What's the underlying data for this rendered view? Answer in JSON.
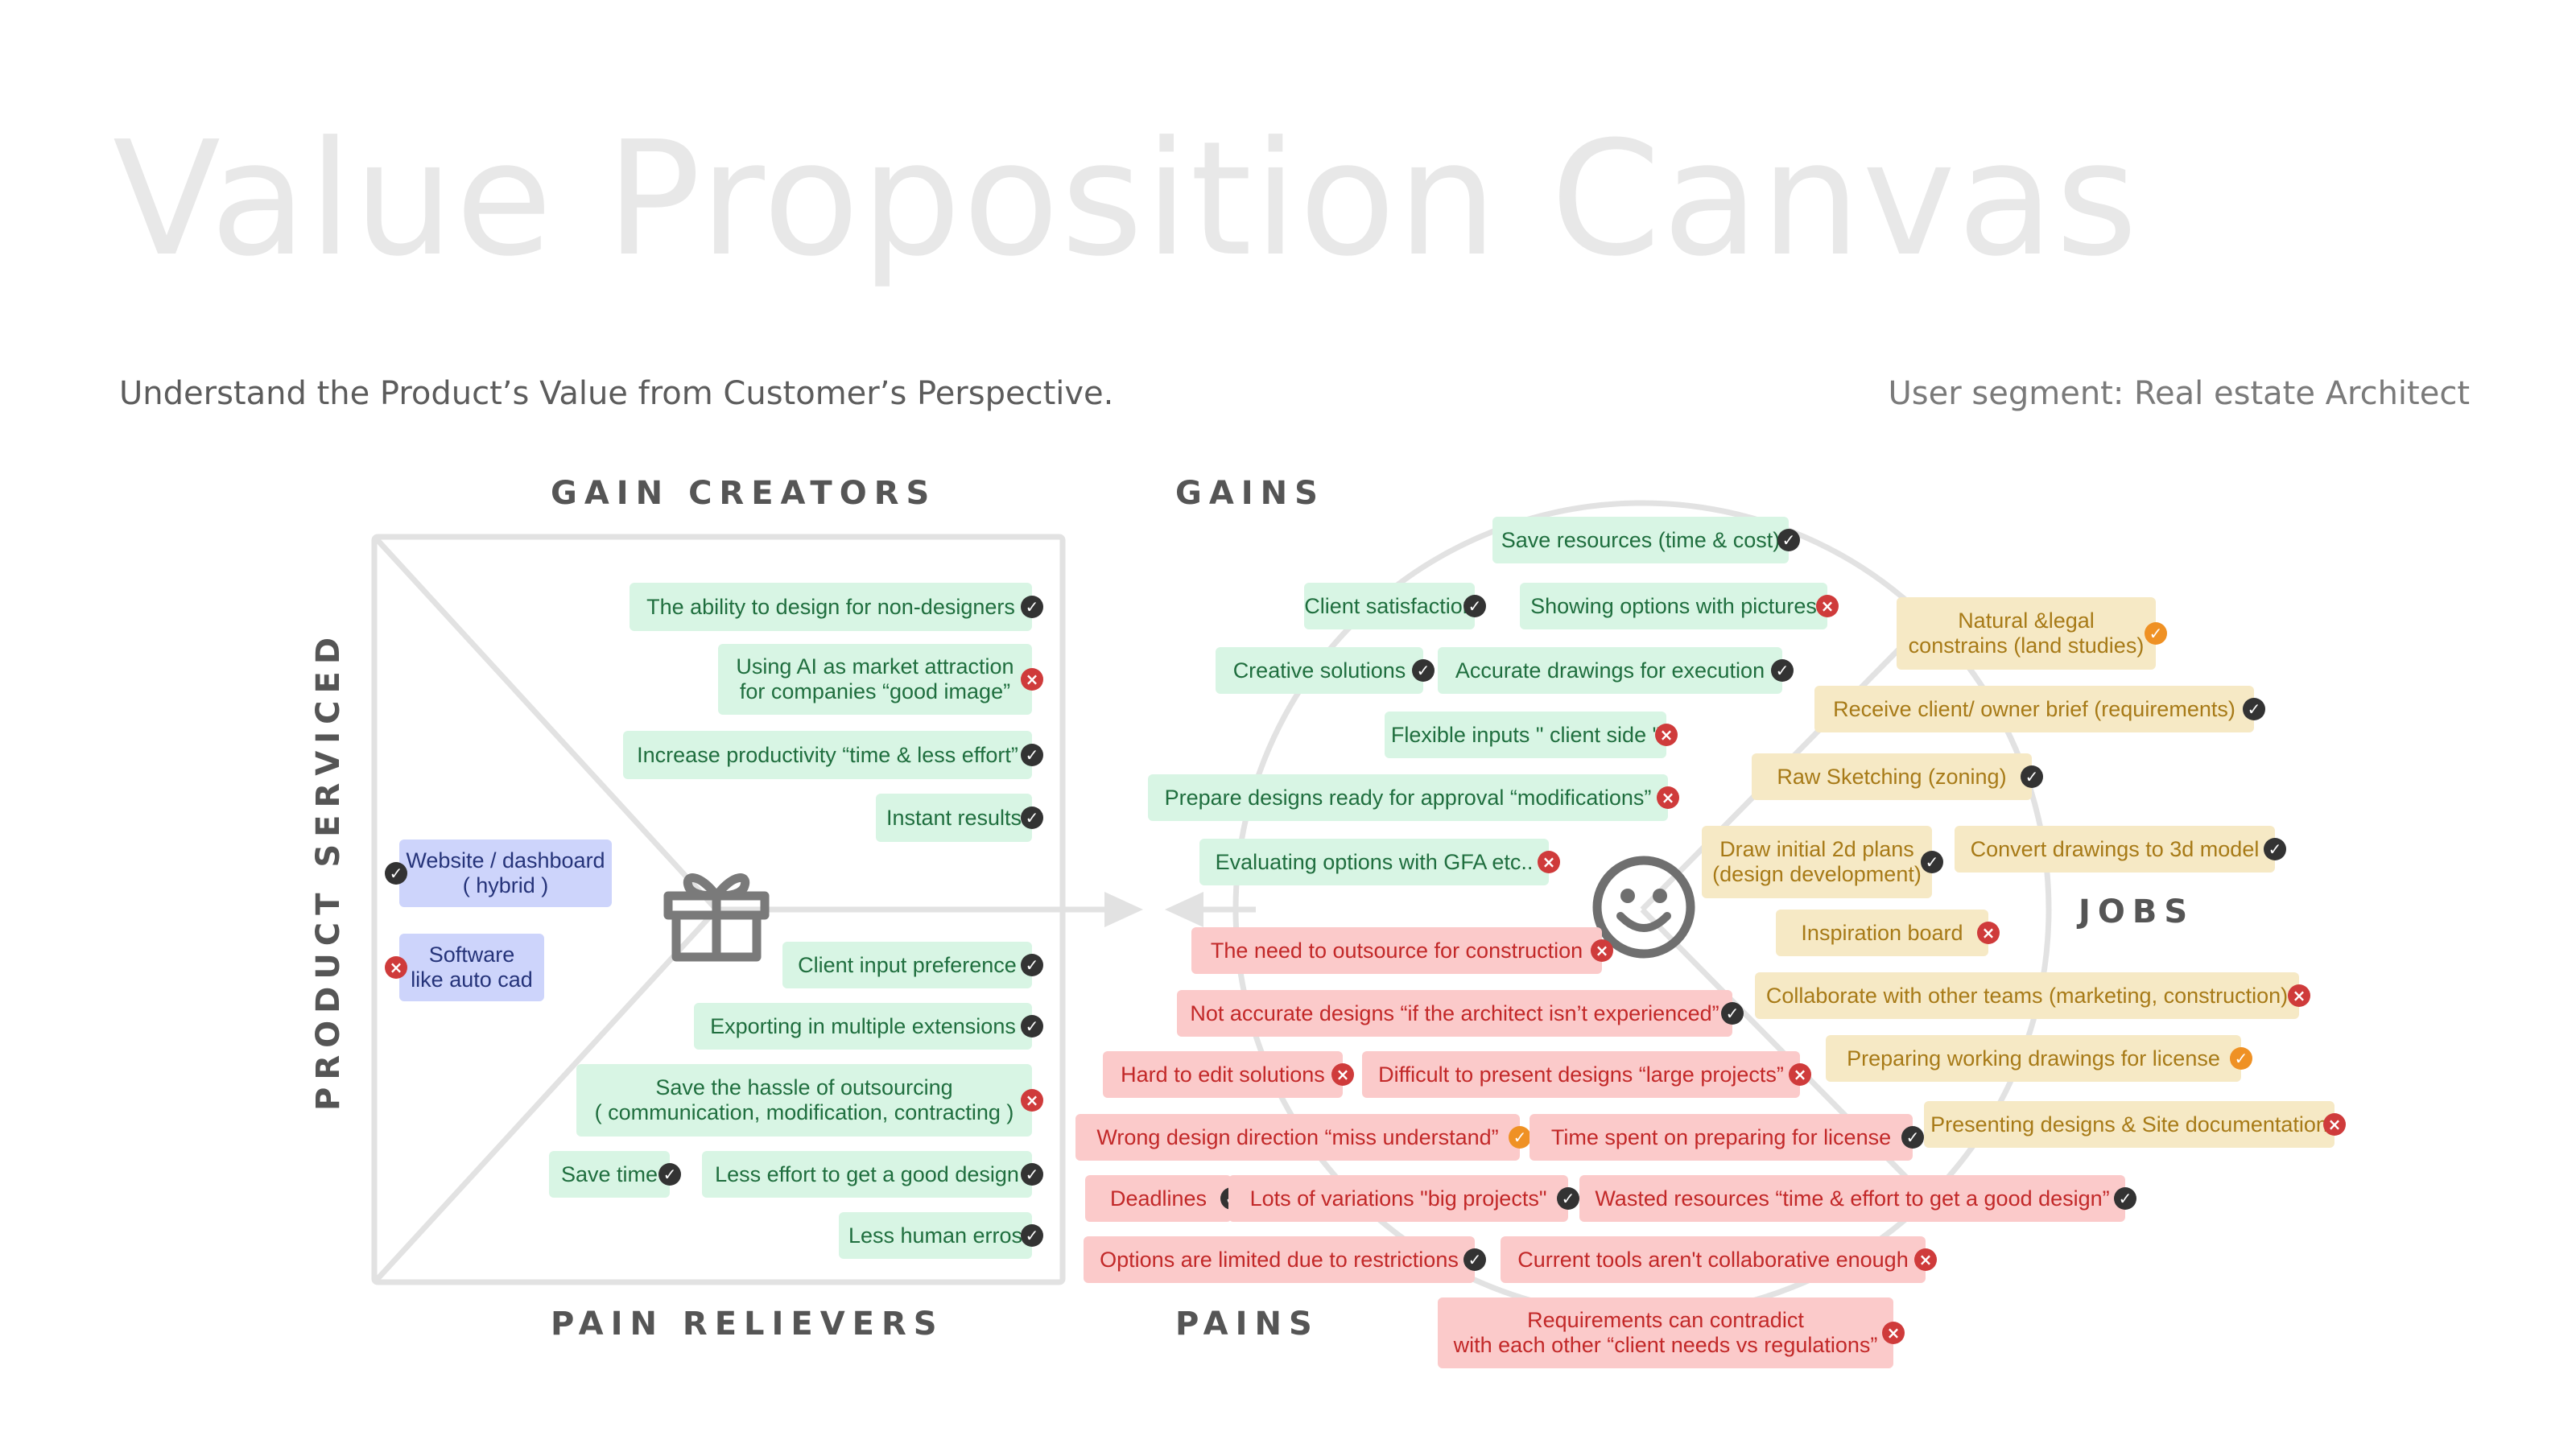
{
  "header": {
    "title": "Value Proposition Canvas",
    "subtitle": "Understand the Product’s Value from Customer’s Perspective.",
    "segment": "User segment: Real estate Architect"
  },
  "headings": {
    "gain_creators": "GAIN CREATORS",
    "gains": "GAINS",
    "pain_relievers": "PAIN RELIEVERS",
    "pains": "PAINS",
    "jobs": "JOBS",
    "product_serviced": "PRODUCT SERVICED"
  },
  "icons": {
    "gift": "gift-icon",
    "customer": "smiley-icon",
    "check": "check-icon",
    "cross": "cross-icon"
  },
  "status_colors": {
    "check": "#333333",
    "cross": "#cf3b3b",
    "partial": "#ef9124"
  },
  "note_colors": {
    "gain": "#d8f5e4",
    "pain": "#fbcaca",
    "job": "#f6e9c5",
    "product": "#cdd4fb"
  },
  "products": [
    {
      "text": "Website / dashboard\n( hybrid )",
      "status": "check"
    },
    {
      "text": "Software\nlike auto cad",
      "status": "cross"
    }
  ],
  "gain_creators": [
    {
      "text": "The ability to design for non-designers",
      "status": "check"
    },
    {
      "text": "Using AI as market attraction\nfor companies “good image”",
      "status": "cross"
    },
    {
      "text": "Increase productivity “time & less effort”",
      "status": "check"
    },
    {
      "text": "Instant results",
      "status": "check"
    }
  ],
  "pain_relievers": [
    {
      "text": "Client input preference",
      "status": "check"
    },
    {
      "text": "Exporting in multiple extensions",
      "status": "check"
    },
    {
      "text": "Save the hassle of outsourcing\n( communication, modification, contracting )",
      "status": "cross"
    },
    {
      "text": "Save time",
      "status": "check"
    },
    {
      "text": "Less effort to get a good design",
      "status": "check"
    },
    {
      "text": "Less human erros",
      "status": "check"
    }
  ],
  "gains": [
    {
      "text": "Save resources (time & cost)",
      "status": "check"
    },
    {
      "text": "Client satisfaction",
      "status": "check"
    },
    {
      "text": "Showing options with pictures",
      "status": "cross"
    },
    {
      "text": "Creative solutions",
      "status": "check"
    },
    {
      "text": "Accurate drawings for execution",
      "status": "check"
    },
    {
      "text": "Flexible inputs \" client side \"",
      "status": "cross"
    },
    {
      "text": "Prepare designs ready for approval “modifications”",
      "status": "cross"
    },
    {
      "text": "Evaluating options with GFA etc..",
      "status": "cross"
    }
  ],
  "pains": [
    {
      "text": "The need to outsource for construction",
      "status": "cross"
    },
    {
      "text": "Not accurate designs “if the architect isn’t experienced”",
      "status": "check"
    },
    {
      "text": "Hard to edit solutions",
      "status": "cross"
    },
    {
      "text": "Difficult to present designs “large projects”",
      "status": "cross"
    },
    {
      "text": "Wrong design direction “miss understand”",
      "status": "partial"
    },
    {
      "text": "Time spent on preparing for license",
      "status": "check"
    },
    {
      "text": "Deadlines",
      "status": "check"
    },
    {
      "text": "Lots of variations \"big projects\"",
      "status": "check"
    },
    {
      "text": "Wasted resources “time & effort to get a good design”",
      "status": "check"
    },
    {
      "text": "Options are limited due to restrictions",
      "status": "check"
    },
    {
      "text": "Current tools aren't collaborative enough",
      "status": "cross"
    },
    {
      "text": "Requirements can contradict\nwith each other “client needs vs regulations”",
      "status": "cross"
    }
  ],
  "jobs": [
    {
      "text": "Natural &legal\nconstrains (land studies)",
      "status": "partial"
    },
    {
      "text": "Receive client/ owner brief (requirements)",
      "status": "check"
    },
    {
      "text": "Raw Sketching (zoning)",
      "status": "check"
    },
    {
      "text": "Draw initial 2d plans\n(design development)",
      "status": "check"
    },
    {
      "text": "Convert drawings to 3d model",
      "status": "check"
    },
    {
      "text": "Inspiration board",
      "status": "cross"
    },
    {
      "text": "Collaborate with other teams (marketing, construction)",
      "status": "cross"
    },
    {
      "text": "Preparing working drawings for license",
      "status": "partial"
    },
    {
      "text": "Presenting designs & Site documentation",
      "status": "cross"
    }
  ]
}
